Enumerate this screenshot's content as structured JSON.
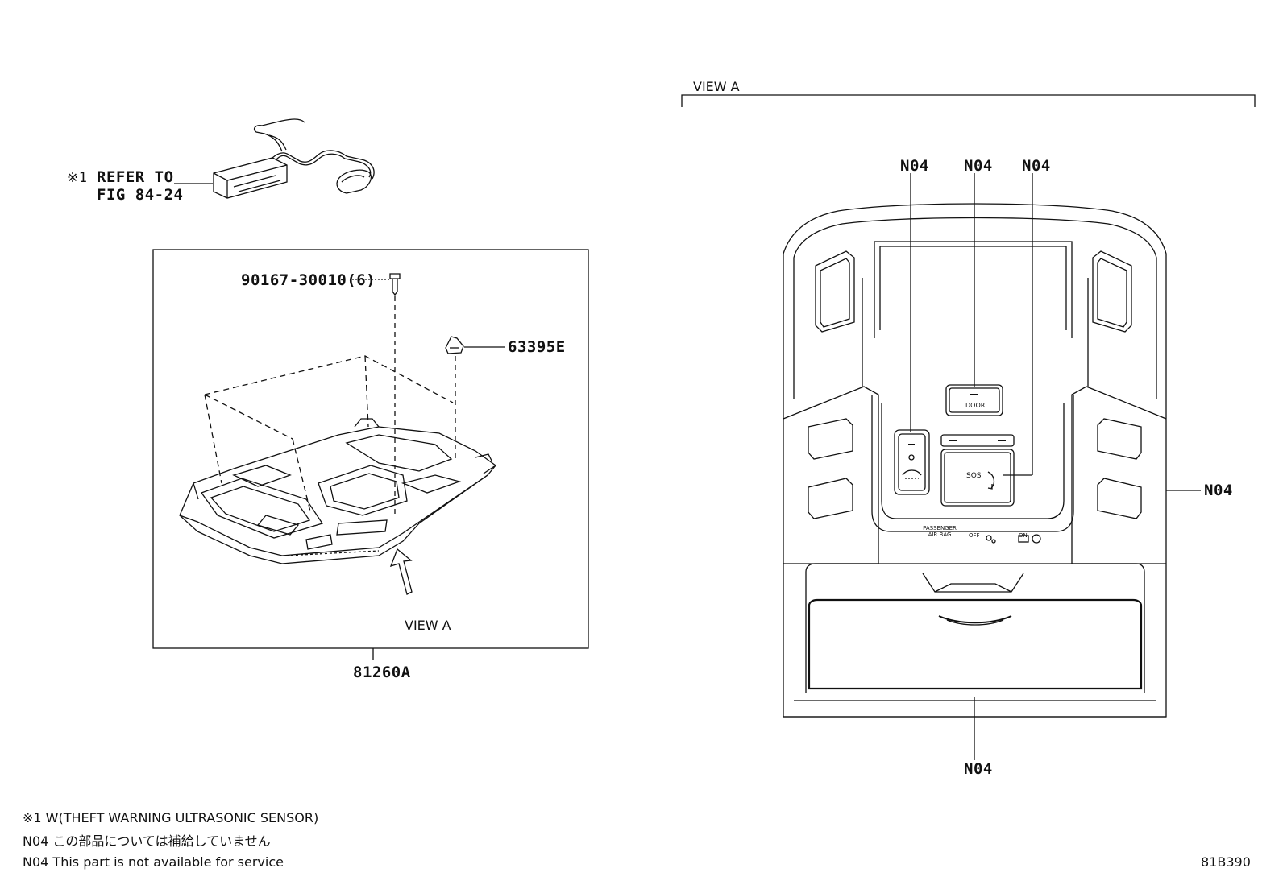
{
  "note_ref": {
    "mark": "※1",
    "text": "REFER TO",
    "fig": "FIG 84-24"
  },
  "parts": {
    "screw": "90167-30010(6)",
    "clip": "63395E",
    "assembly": "81260A"
  },
  "view_arrow_label": "VIEW A",
  "view_a_title": "VIEW A",
  "n04_labels": {
    "top_left": "N04",
    "top_mid": "N04",
    "top_right": "N04",
    "side": "N04",
    "bottom": "N04"
  },
  "panel_text": {
    "door_button": "DOOR",
    "sos_button": "SOS",
    "passenger_airbag": "PASSENGER AIR BAG",
    "off": "OFF",
    "on": "ON"
  },
  "footnotes": {
    "note1": "※1 W(THEFT WARNING ULTRASONIC SENSOR)",
    "n04_jp": "N04 この部品については補給していません",
    "n04_en": "N04 This part is not available for service"
  },
  "figure_code": "81B390"
}
